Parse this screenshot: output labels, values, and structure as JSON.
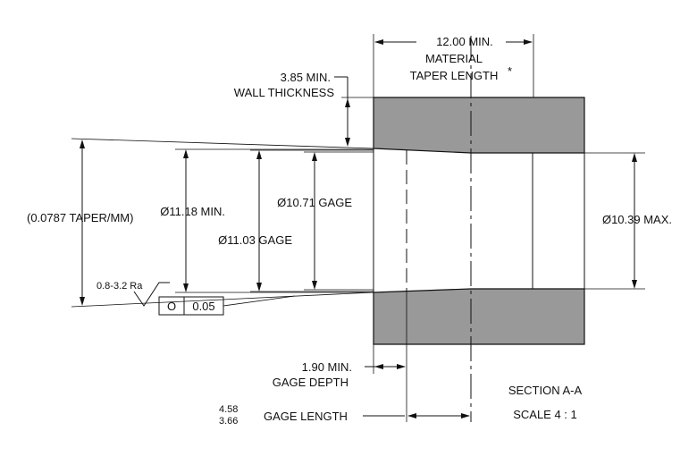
{
  "colors": {
    "section_fill": "#999999",
    "line": "#111111",
    "background": "#ffffff"
  },
  "dimensions": {
    "material_taper_length": {
      "value": "12.00 MIN.",
      "line2": "MATERIAL",
      "line3": "TAPER LENGTH",
      "note_mark": "*"
    },
    "wall_thickness": {
      "value": "3.85 MIN.",
      "label": "WALL THICKNESS"
    },
    "taper_rate": "(0.0787 TAPER/MM)",
    "dia_min": "Ø11.18 MIN.",
    "dia_gage_outer": "Ø11.03 GAGE",
    "dia_gage_inner": "Ø10.71 GAGE",
    "dia_max": "Ø10.39 MAX.",
    "surface_finish": "0.8-3.2 Ra",
    "gage_depth": {
      "value": "1.90 MIN.",
      "label": "GAGE DEPTH"
    },
    "gage_length": {
      "upper": "4.58",
      "lower": "3.66",
      "label": "GAGE LENGTH"
    }
  },
  "tolerance_frame": {
    "symbol": "O",
    "value": "0.05"
  },
  "section": {
    "title": "SECTION A-A",
    "scale": "SCALE 4 : 1"
  }
}
